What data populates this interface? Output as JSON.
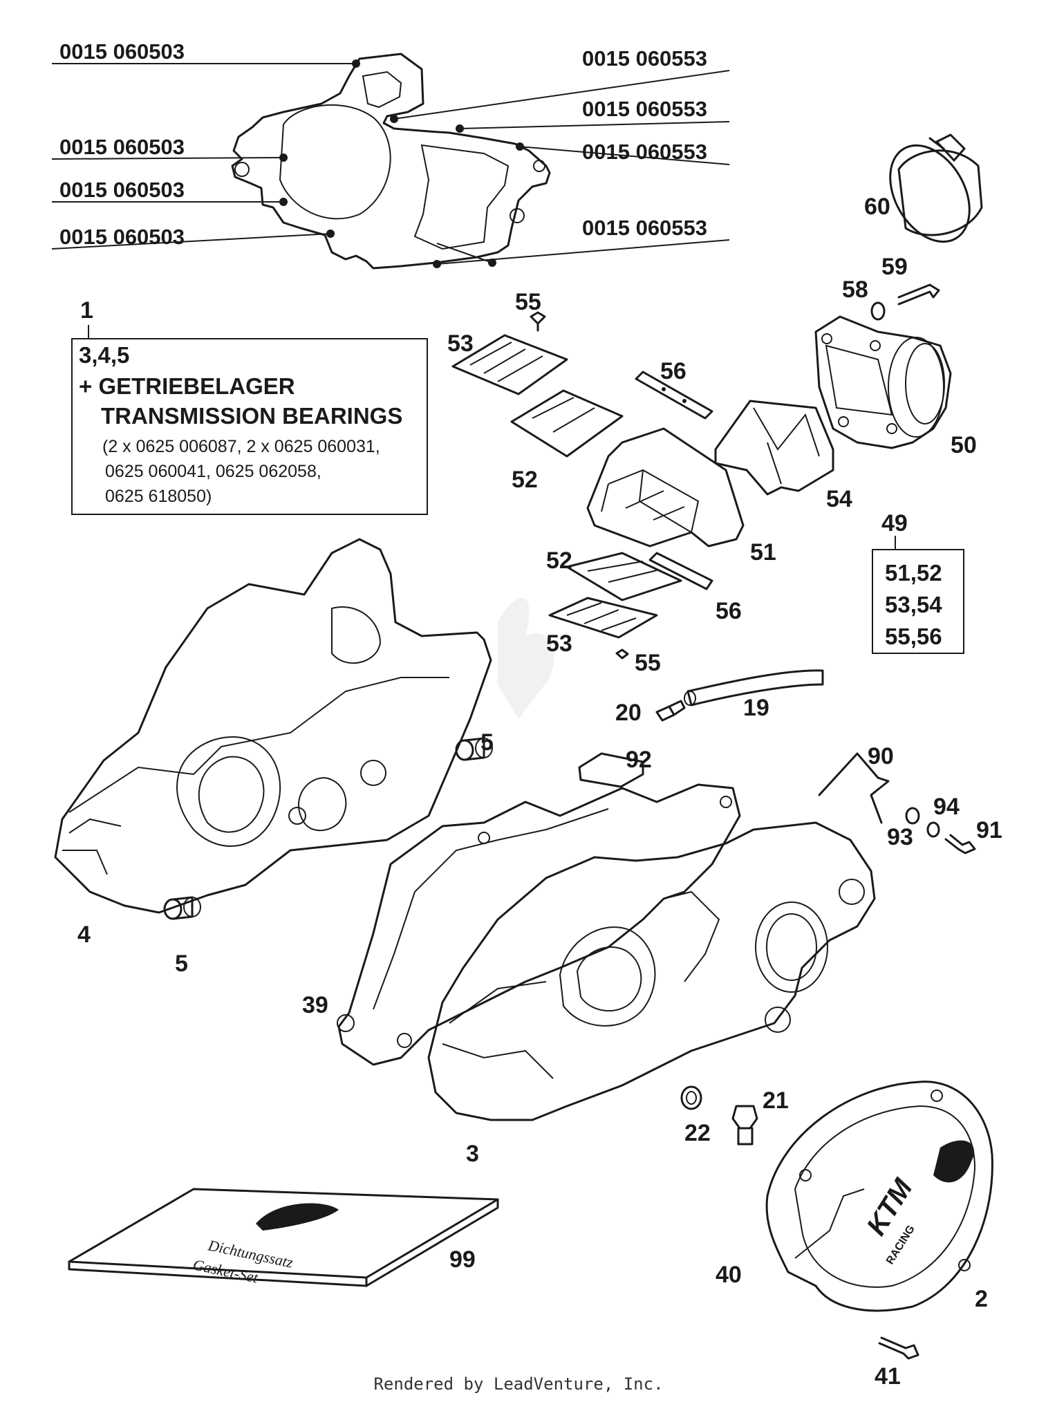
{
  "gasket_refs": {
    "left": [
      "0015 060503",
      "0015 060503",
      "0015 060503",
      "0015 060503"
    ],
    "right": [
      "0015 060553",
      "0015 060553",
      "0015 060553",
      "0015 060553"
    ]
  },
  "kit_box": {
    "ref": "1",
    "line1": "3,4,5",
    "line2": "+ GETRIEBELAGER",
    "line3": "TRANSMISSION BEARINGS",
    "parts": [
      "(2 x 0625 006087, 2 x 0625 060031,",
      "0625 060041, 0625 062058,",
      "0625 618050)"
    ]
  },
  "reed_box": {
    "ref": "49",
    "lines": [
      "51,52",
      "53,54",
      "55,56"
    ]
  },
  "callouts": {
    "c60": "60",
    "c59": "59",
    "c58": "58",
    "c55a": "55",
    "c53a": "53",
    "c56a": "56",
    "c50": "50",
    "c52a": "52",
    "c54": "54",
    "c51": "51",
    "c52b": "52",
    "c56b": "56",
    "c53b": "53",
    "c55b": "55",
    "c20": "20",
    "c19": "19",
    "c5a": "5",
    "c92": "92",
    "c90": "90",
    "c94": "94",
    "c93": "93",
    "c91": "91",
    "c4": "4",
    "c5b": "5",
    "c39": "39",
    "c21": "21",
    "c22": "22",
    "c3": "3",
    "c99": "99",
    "c40": "40",
    "c2": "2",
    "c41": "41"
  },
  "gasket_set": {
    "line1": "Dichtungssatz",
    "line2": "Gasket-Set"
  },
  "cover_logo": {
    "brand": "KTM",
    "sub": "RACING"
  },
  "footer": "Rendered by LeadVenture, Inc."
}
